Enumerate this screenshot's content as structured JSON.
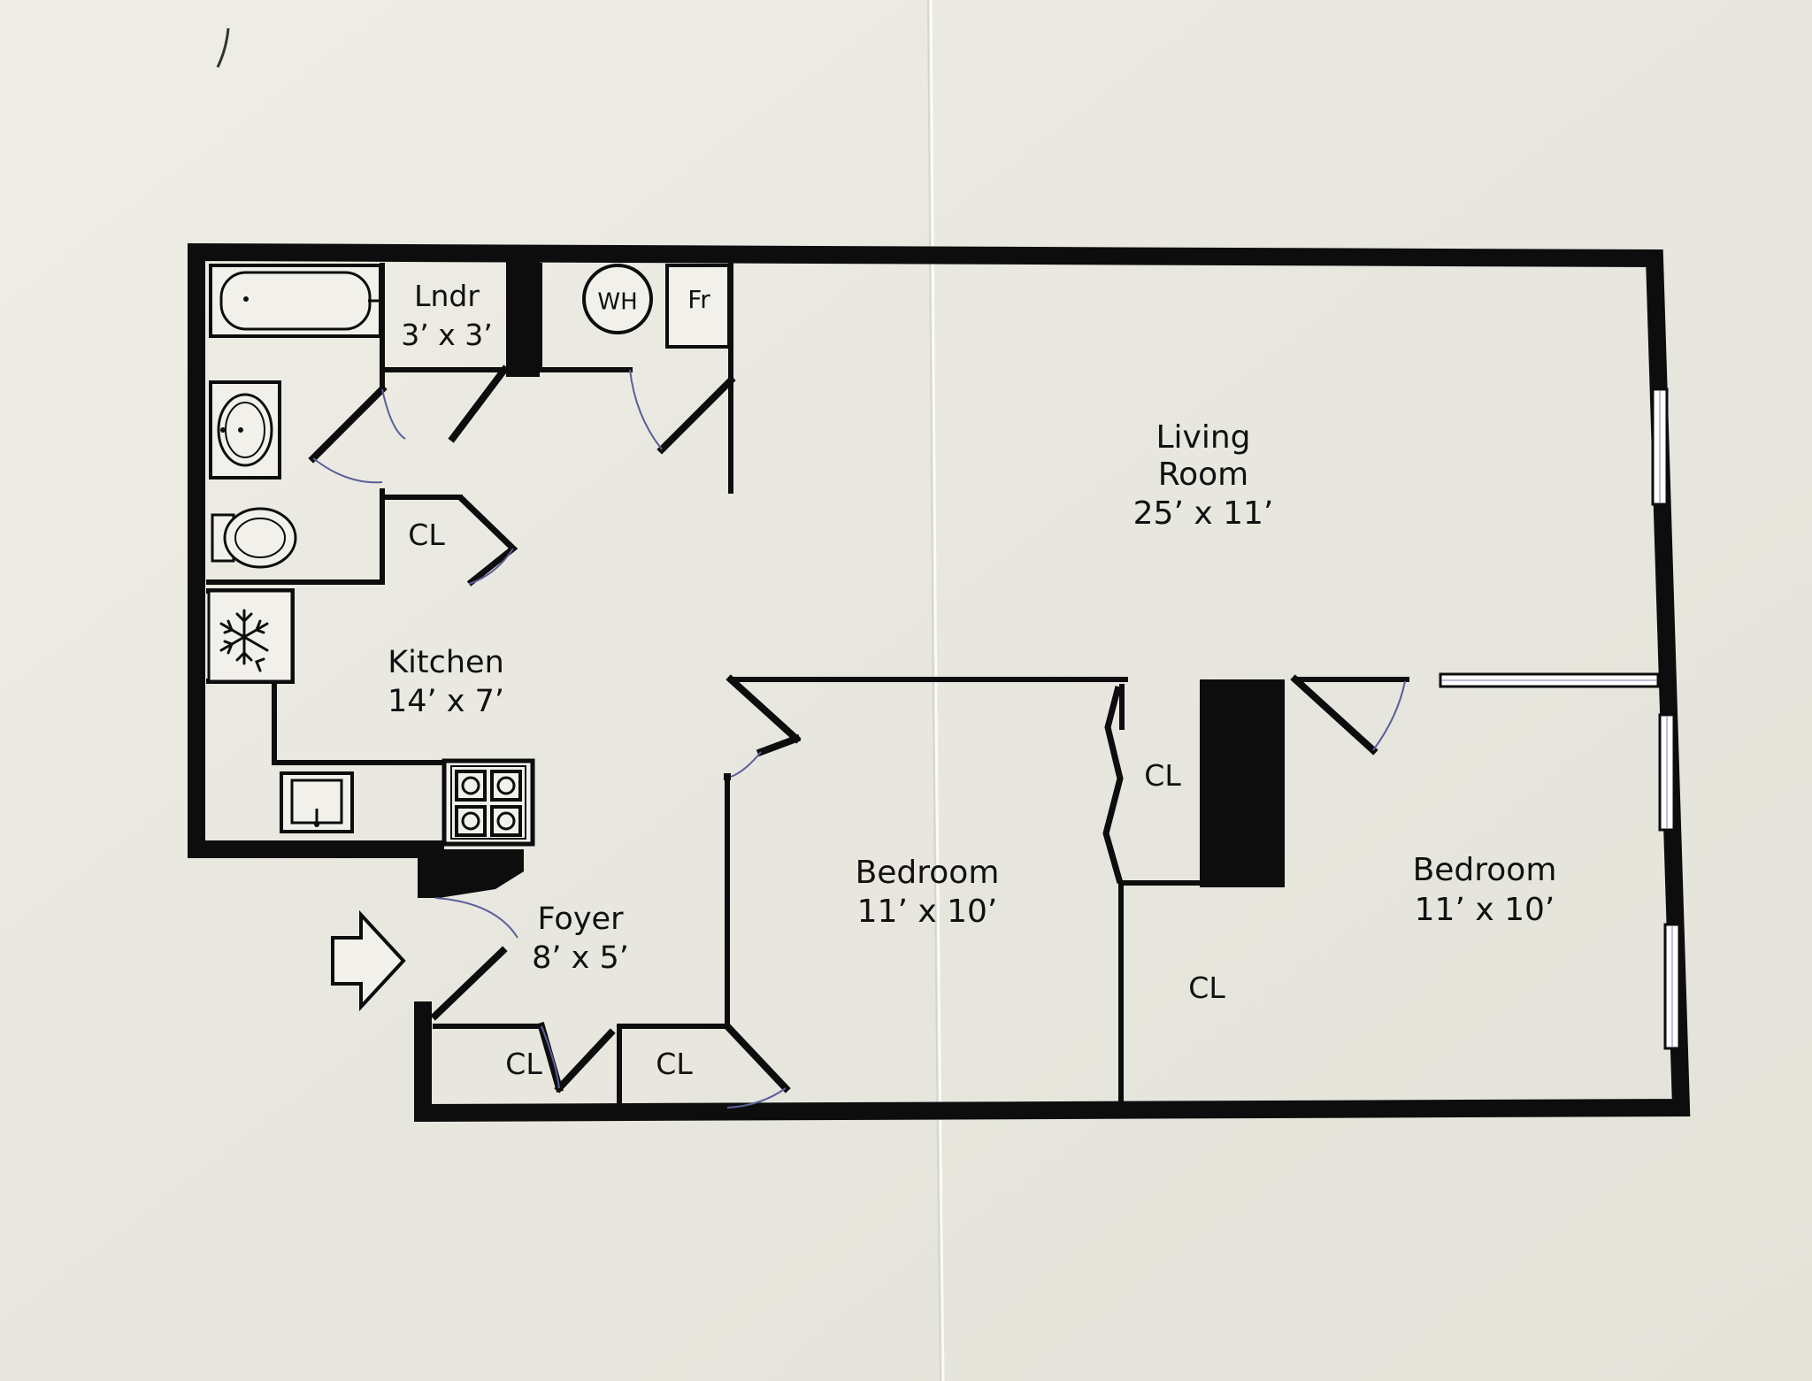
{
  "rooms": {
    "laundry": {
      "name": "Lndr",
      "dims": "3’ x 3’"
    },
    "living": {
      "name_line1": "Living",
      "name_line2": "Room",
      "dims": "25’ x 11’"
    },
    "kitchen": {
      "name": "Kitchen",
      "dims": "14’ x 7’"
    },
    "foyer": {
      "name": "Foyer",
      "dims": "8’ x 5’"
    },
    "bedroom_1": {
      "name": "Bedroom",
      "dims": "11’ x 10’"
    },
    "bedroom_2": {
      "name": "Bedroom",
      "dims": "11’ x 10’"
    }
  },
  "fixtures": {
    "water_heater": "WH",
    "fridge": "Fr"
  },
  "closets": {
    "bath_hall": "CL",
    "bedroom_1_reach_in": "CL",
    "bedroom_2_walk_in": "CL",
    "foyer_left": "CL",
    "foyer_right": "CL"
  },
  "icons": {
    "entry": "entry-arrow-icon",
    "freezer": "snowflake-icon",
    "stove": "stove-burners-icon"
  },
  "colors": {
    "paper": "#efeee7",
    "wall": "#0d0d0d",
    "door_swing": "#5a5f9a",
    "window": "#b9bfd6"
  }
}
